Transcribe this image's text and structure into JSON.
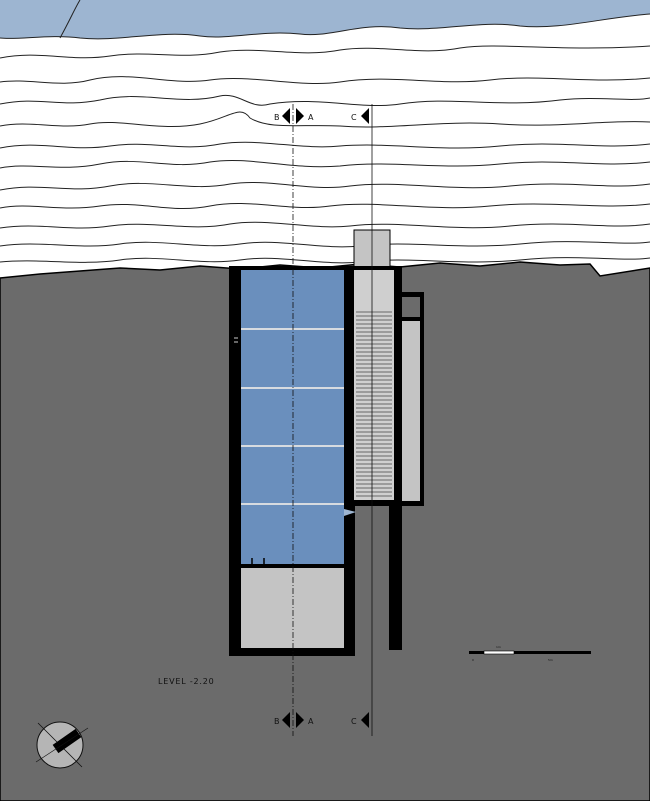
{
  "colors": {
    "sky": "#9db5d1",
    "terrain_lines": "#222222",
    "ground": "#6b6b6b",
    "wall": "#000000",
    "pool": "#6a8fbd",
    "room": "#c4c4c4",
    "stair": "#cfcfcf"
  },
  "section_markers": {
    "top": {
      "left": "B",
      "right": "A",
      "single": "C"
    },
    "bottom": {
      "left": "B",
      "right": "A",
      "single": "C"
    }
  },
  "level_label": "LEVEL -2.20",
  "scale_bar": {
    "left_tick": "0",
    "mid_tick": "1m",
    "right_tick": "5m"
  },
  "icons": [
    "north-arrow-icon",
    "section-arrow-icon"
  ]
}
